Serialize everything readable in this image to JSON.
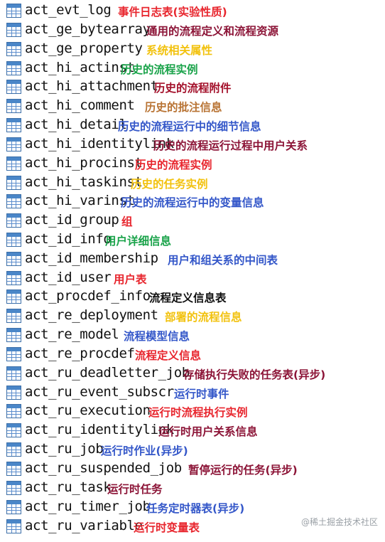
{
  "colors": {
    "red": "#e8262e",
    "darkred": "#a3102a",
    "maroon": "#8c1437",
    "yellow": "#f2c20e",
    "green": "#1aa34a",
    "blue": "#3457c9",
    "brown": "#b87333",
    "black": "#111111"
  },
  "rows": [
    {
      "table": "act_evt_log",
      "desc": "事件日志表(实验性质)",
      "color": "red"
    },
    {
      "table": "act_ge_bytearray",
      "desc": "通用的流程定义和流程资源",
      "color": "maroon"
    },
    {
      "table": "act_ge_property",
      "desc": "系统相关属性",
      "color": "yellow"
    },
    {
      "table": "act_hi_actinst",
      "desc": "历史的流程实例",
      "color": "green"
    },
    {
      "table": "act_hi_attachment",
      "desc": "历史的流程附件",
      "color": "darkred"
    },
    {
      "table": "act_hi_comment",
      "desc": "历史的批注信息",
      "color": "brown"
    },
    {
      "table": "act_hi_detail",
      "desc": "历史的流程运行中的细节信息",
      "color": "blue"
    },
    {
      "table": "act_hi_identitylink",
      "desc": "历史的流程运行过程中用户关系",
      "color": "maroon"
    },
    {
      "table": "act_hi_procinst",
      "desc": "历史的流程实例",
      "color": "red"
    },
    {
      "table": "act_hi_taskinst",
      "desc": "历史的任务实例",
      "color": "yellow"
    },
    {
      "table": "act_hi_varinst",
      "desc": "历史的流程运行中的变量信息",
      "color": "blue"
    },
    {
      "table": "act_id_group",
      "desc": "组",
      "color": "red"
    },
    {
      "table": "act_id_info",
      "desc": "用户详细信息",
      "color": "green"
    },
    {
      "table": "act_id_membership",
      "desc": "用户和组关系的中间表",
      "color": "blue"
    },
    {
      "table": "act_id_user",
      "desc": "用户表",
      "color": "red"
    },
    {
      "table": "act_procdef_info",
      "desc": "流程定义信息表",
      "color": "black"
    },
    {
      "table": "act_re_deployment",
      "desc": "部署的流程信息",
      "color": "yellow"
    },
    {
      "table": "act_re_model",
      "desc": "流程模型信息",
      "color": "blue"
    },
    {
      "table": "act_re_procdef",
      "desc": "流程定义信息",
      "color": "red"
    },
    {
      "table": "act_ru_deadletter_job",
      "desc": "存储执行失败的任务表(异步)",
      "color": "maroon"
    },
    {
      "table": "act_ru_event_subscr",
      "desc": "运行时事件",
      "color": "blue"
    },
    {
      "table": "act_ru_execution",
      "desc": "运行时流程执行实例",
      "color": "red"
    },
    {
      "table": "act_ru_identitylink",
      "desc": "运行时用户关系信息",
      "color": "maroon"
    },
    {
      "table": "act_ru_job",
      "desc": "运行时作业(异步)",
      "color": "blue"
    },
    {
      "table": "act_ru_suspended_job",
      "desc": "暂停运行的任务(异步)",
      "color": "maroon"
    },
    {
      "table": "act_ru_task",
      "desc": "运行时任务",
      "color": "maroon"
    },
    {
      "table": "act_ru_timer_job",
      "desc": "任务定时器表(异步)",
      "color": "blue"
    },
    {
      "table": "act_ru_variable",
      "desc": "运行时变量表",
      "color": "red"
    }
  ],
  "watermark": "@稀土掘金技术社区"
}
